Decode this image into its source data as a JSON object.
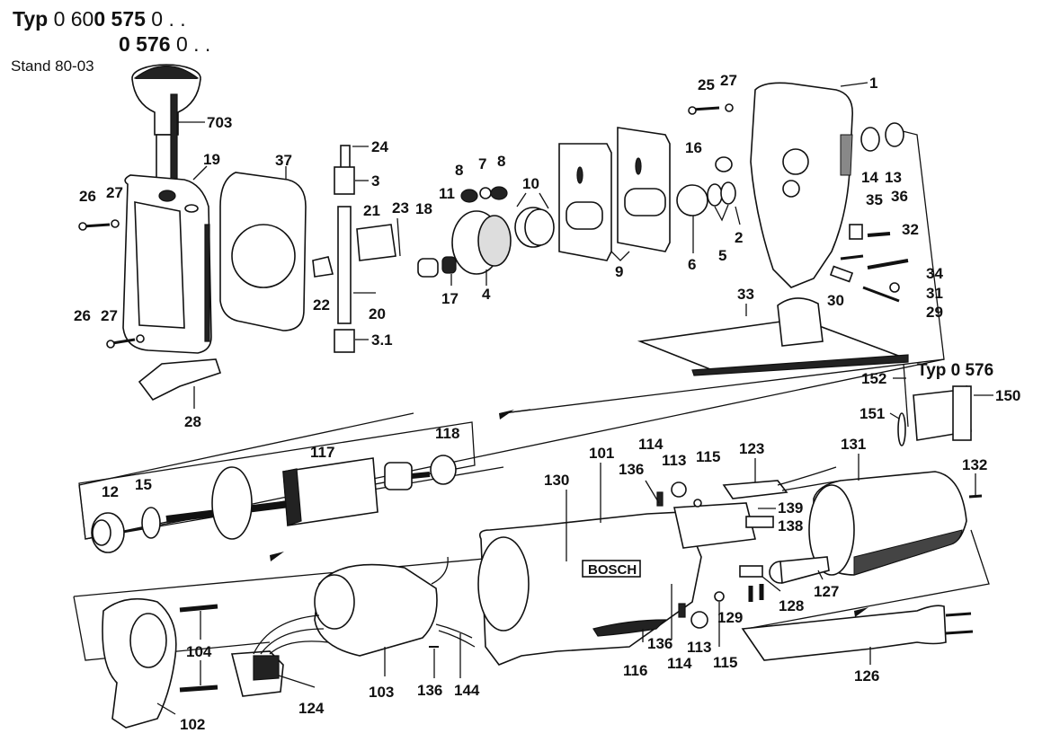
{
  "header": {
    "typ_word": "Typ",
    "line1_prefix": "0 60",
    "line1_bold": "0 575",
    "line1_suffix": "0 . .",
    "line2_bold": "0 576",
    "line2_suffix": "0 . .",
    "stand": "Stand 80-03"
  },
  "variant_label": "Typ 0 576",
  "brand_label": "BOSCH",
  "parts": {
    "p703": "703",
    "p19": "19",
    "p37": "37",
    "p26a": "26",
    "p27a": "27",
    "p26b": "26",
    "p27b": "27",
    "p24": "24",
    "p3": "3",
    "p21": "21",
    "p23": "23",
    "p18": "18",
    "p11": "11",
    "p8a": "8",
    "p7": "7",
    "p8b": "8",
    "p10": "10",
    "p22": "22",
    "p20": "20",
    "p17": "17",
    "p4": "4",
    "p3_1": "3.1",
    "p9": "9",
    "p6": "6",
    "p5": "5",
    "p25": "25",
    "p27c": "27",
    "p1": "1",
    "p16": "16",
    "p14": "14",
    "p13": "13",
    "p2": "2",
    "p35": "35",
    "p36": "36",
    "p32": "32",
    "p34": "34",
    "p31": "31",
    "p29": "29",
    "p30": "30",
    "p33": "33",
    "p28": "28",
    "p152": "152",
    "p150": "150",
    "p151": "151",
    "p117": "117",
    "p118": "118",
    "p12": "12",
    "p15": "15",
    "p130": "130",
    "p101": "101",
    "p114a": "114",
    "p136a": "136",
    "p113a": "113",
    "p115a": "115",
    "p123": "123",
    "p131": "131",
    "p132": "132",
    "p139": "139",
    "p138": "138",
    "p127": "127",
    "p128": "128",
    "p129": "129",
    "p136b": "136",
    "p114b": "114",
    "p113b": "113",
    "p115b": "115",
    "p116": "116",
    "p104": "104",
    "p102": "102",
    "p124": "124",
    "p103": "103",
    "p136c": "136",
    "p144": "144",
    "p126": "126"
  }
}
